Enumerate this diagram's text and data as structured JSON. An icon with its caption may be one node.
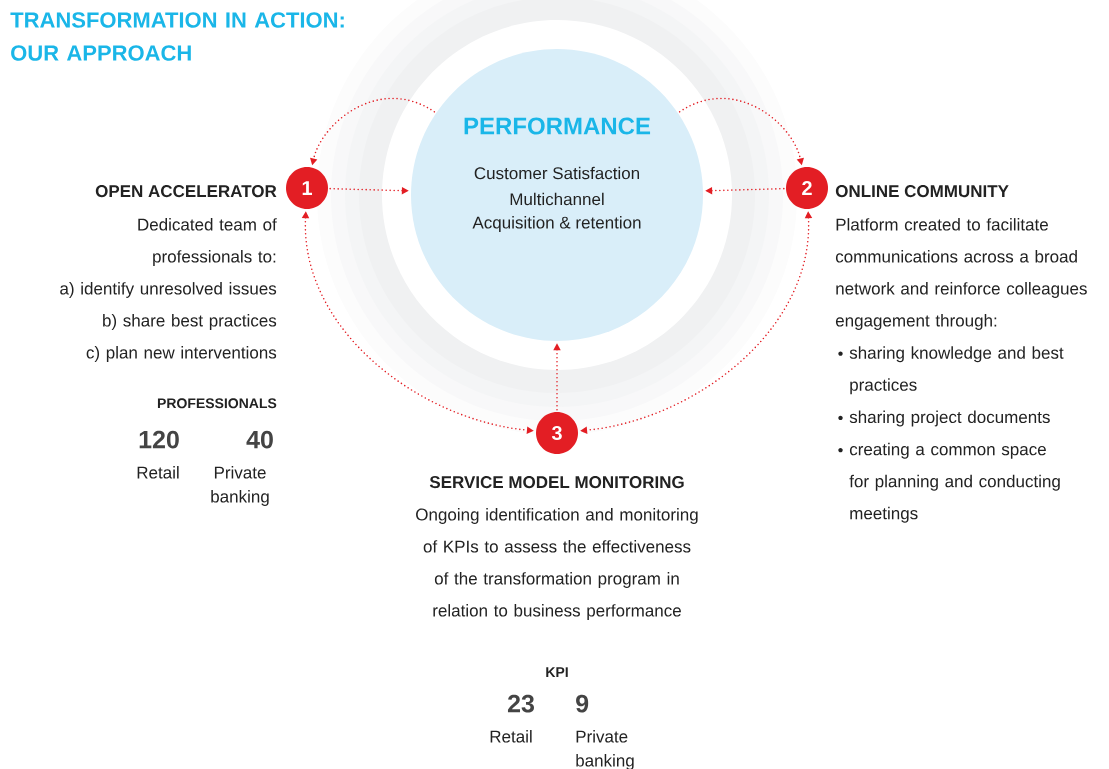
{
  "diagram": {
    "title": "TRANSFORMATION IN ACTION: OUR APPROACH",
    "nodes": [
      {
        "text": [
          "PERFORMANCE",
          "Customer Satisfaction",
          "Multichannel",
          "Acquisition & retention"
        ]
      },
      {
        "text": [
          "1"
        ],
        "beside": [
          "OPEN ACCELERATOR",
          "Dedicated team of professionals to:",
          "a) identify unresolved issues",
          "b) share best practices",
          "c) plan new interventions"
        ]
      },
      {
        "text": [
          "2"
        ],
        "beside": [
          "ONLINE COMMUNITY",
          "Platform created to facilitate communications across a broad network and reinforce colleagues engagement through:",
          "sharing knowledge and best practices",
          "sharing project documents",
          "creating a common space for planning and conducting meetings"
        ]
      },
      {
        "text": [
          "3"
        ],
        "beside": [
          "SERVICE MODEL MONITORING",
          "Ongoing identification and monitoring of KPIs to assess the effectiveness of the transformation program in relation to business performance"
        ]
      }
    ],
    "edges": [
      {
        "from": 0,
        "to": 1,
        "arrow": "to"
      },
      {
        "from": 0,
        "to": 2,
        "arrow": "to"
      },
      {
        "from": 1,
        "to": 0,
        "arrow": "to"
      },
      {
        "from": 2,
        "to": 0,
        "arrow": "to"
      },
      {
        "from": 3,
        "to": 0,
        "arrow": "to"
      },
      {
        "from": 1,
        "to": 3,
        "arrow": "both"
      },
      {
        "from": 2,
        "to": 3,
        "arrow": "both"
      }
    ],
    "labels": [
      "PROFESSIONALS",
      "120",
      "40",
      "Retail",
      "Private banking",
      "KPI",
      "23",
      "9",
      "Retail",
      "Private banking"
    ]
  }
}
